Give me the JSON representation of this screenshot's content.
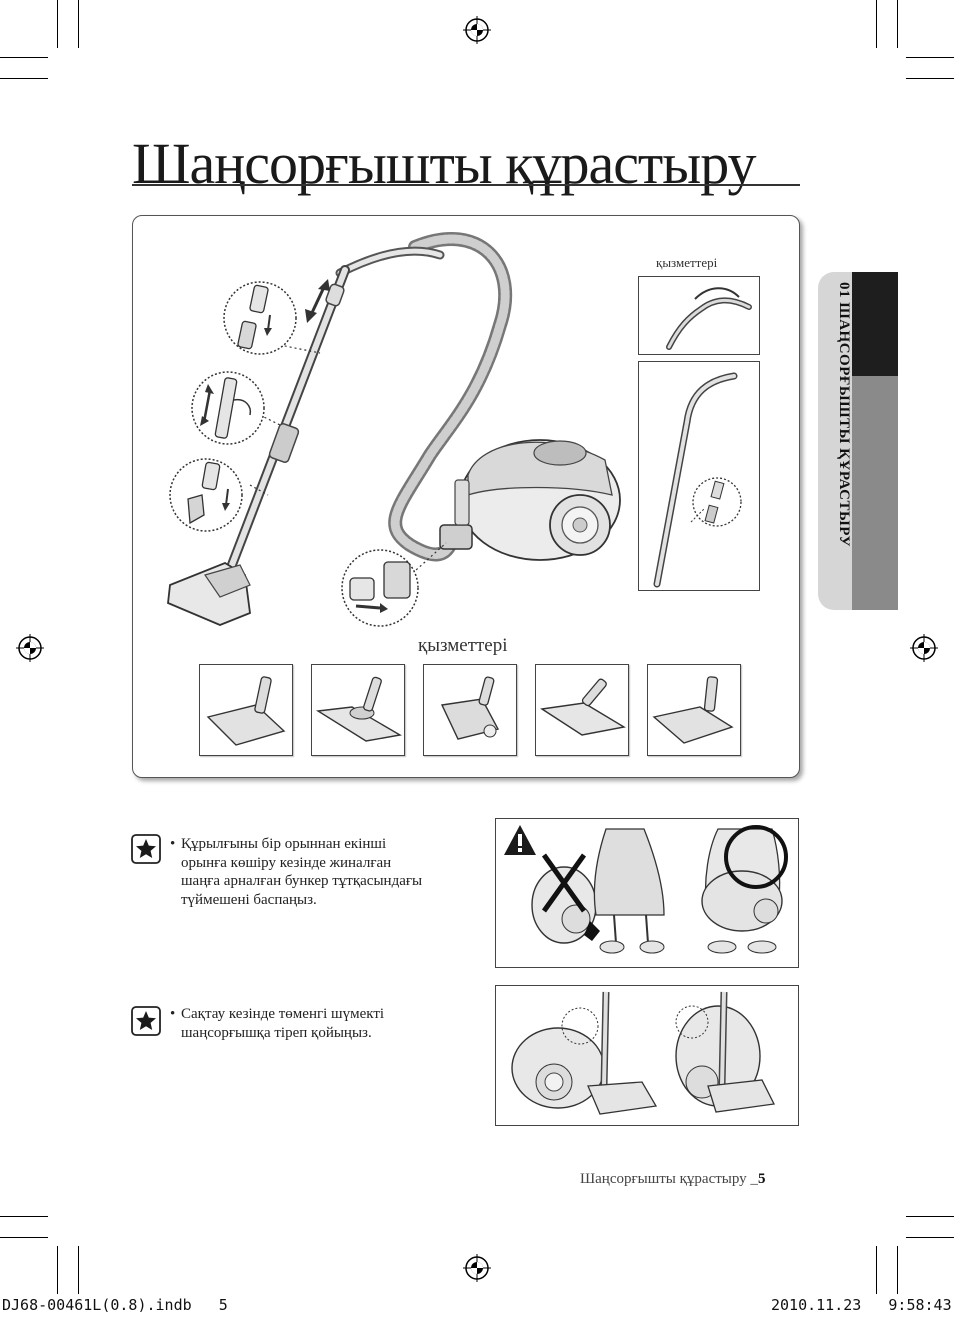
{
  "page": {
    "title": "Шаңсорғышты құрастыру",
    "side_tab": "01 ШАҢСОРҒЫШТЫ ҚҰРАСТЫРУ",
    "panel": {
      "accessory_label_top": "қызметтері",
      "accessory_label_bottom": "қызметтері"
    },
    "notes": [
      {
        "icon": "star-note-icon",
        "lines": [
          "Құрылғыны бір орыннан екінші",
          "орынға көшіру кезінде жиналған",
          "шаңға арналған бункер тұтқасындағы",
          "түймешені баспаңыз."
        ]
      },
      {
        "icon": "star-note-icon",
        "lines": [
          "Сақтау кезінде төменгі шүмекті",
          "шаңсорғышқа тіреп қойыңыз."
        ]
      }
    ],
    "footer": {
      "page_label": "Шаңсорғышты құрастыру _",
      "page_number": "5"
    },
    "slug": {
      "file": "DJ68-00461L(0.8).indb   5",
      "timestamp": "2010.11.23   9:58:43"
    }
  }
}
